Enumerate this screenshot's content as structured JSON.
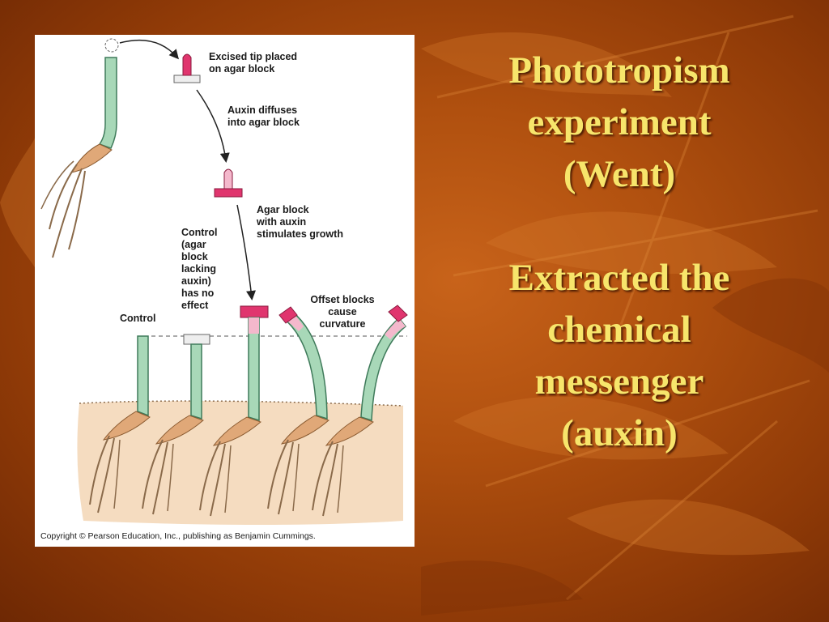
{
  "slide": {
    "title_lines": [
      "Phototropism",
      "experiment",
      "(Went)"
    ],
    "subtitle_lines": [
      "Extracted the",
      "chemical",
      "messenger",
      "(auxin)"
    ]
  },
  "diagram": {
    "labels": {
      "excised_tip": [
        "Excised tip placed",
        "on agar block"
      ],
      "auxin_diffuses": [
        "Auxin diffuses",
        "into agar block"
      ],
      "agar_with_auxin": [
        "Agar block",
        "with auxin",
        "stimulates growth"
      ],
      "control_note": [
        "Control",
        "(agar",
        "block",
        "lacking",
        "auxin)",
        "has no",
        "effect"
      ],
      "control": "Control",
      "offset_blocks": [
        "Offset blocks",
        "cause",
        "curvature"
      ]
    },
    "copyright": "Copyright © Pearson Education, Inc., publishing as Benjamin Cummings."
  },
  "colors": {
    "stem": "#a8d8b8",
    "stem_outline": "#3f7a5a",
    "agar_auxin": "#e0356e",
    "agar_plain": "#eeeeee",
    "soil": "#f5dcc0",
    "seed": "#e0a878",
    "title_text": "#f7e56b"
  }
}
